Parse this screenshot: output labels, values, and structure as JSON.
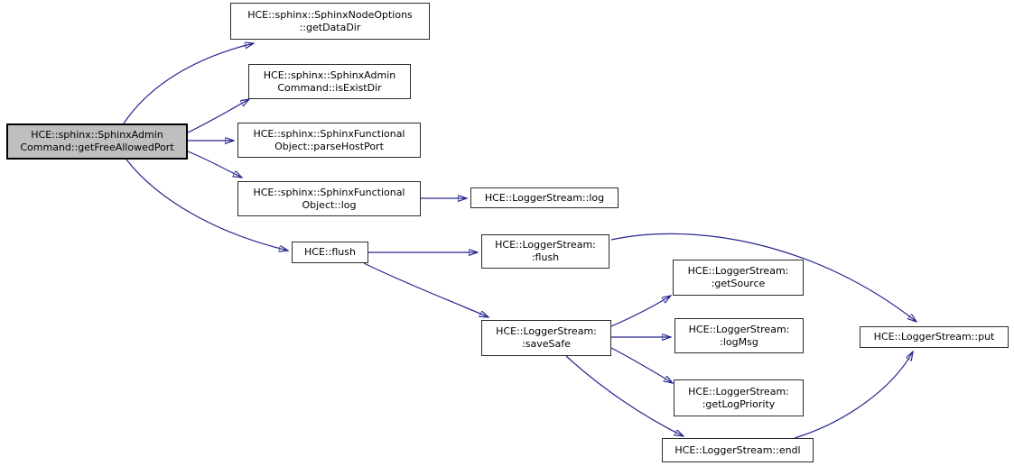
{
  "diagram": {
    "kind": "doxygen-call-graph",
    "root_function": "HCE::sphinx::SphinxAdminCommand::getFreeAllowedPort",
    "colors": {
      "background": "#ffffff",
      "edge": "#24248f",
      "arrowhead": "#191970",
      "node_fill": "#ffffff",
      "node_border": "#2b2b2b",
      "root_fill": "#bfbfbf",
      "root_border": "#000000",
      "text": "#000000"
    },
    "nodes": [
      {
        "id": "getFreeAllowedPort",
        "label": "HCE::sphinx::SphinxAdmin\nCommand::getFreeAllowedPort",
        "highlighted": true
      },
      {
        "id": "getDataDir",
        "label": "HCE::sphinx::SphinxNodeOptions\n::getDataDir"
      },
      {
        "id": "isExistDir",
        "label": "HCE::sphinx::SphinxAdmin\nCommand::isExistDir"
      },
      {
        "id": "parseHostPort",
        "label": "HCE::sphinx::SphinxFunctional\nObject::parseHostPort"
      },
      {
        "id": "sphinxObjectLog",
        "label": "HCE::sphinx::SphinxFunctional\nObject::log"
      },
      {
        "id": "loggerStreamLog",
        "label": "HCE::LoggerStream::log"
      },
      {
        "id": "flush",
        "label": "HCE::flush"
      },
      {
        "id": "loggerStreamFlush",
        "label": "HCE::LoggerStream:\n:flush"
      },
      {
        "id": "saveSafe",
        "label": "HCE::LoggerStream:\n:saveSafe"
      },
      {
        "id": "getSource",
        "label": "HCE::LoggerStream:\n:getSource"
      },
      {
        "id": "logMsg",
        "label": "HCE::LoggerStream:\n:logMsg"
      },
      {
        "id": "getLogPriority",
        "label": "HCE::LoggerStream:\n:getLogPriority"
      },
      {
        "id": "endl",
        "label": "HCE::LoggerStream::endl"
      },
      {
        "id": "put",
        "label": "HCE::LoggerStream::put"
      }
    ],
    "edges": [
      {
        "from": "getFreeAllowedPort",
        "to": "getDataDir"
      },
      {
        "from": "getFreeAllowedPort",
        "to": "isExistDir"
      },
      {
        "from": "getFreeAllowedPort",
        "to": "parseHostPort"
      },
      {
        "from": "getFreeAllowedPort",
        "to": "sphinxObjectLog"
      },
      {
        "from": "getFreeAllowedPort",
        "to": "flush"
      },
      {
        "from": "sphinxObjectLog",
        "to": "loggerStreamLog"
      },
      {
        "from": "flush",
        "to": "loggerStreamFlush"
      },
      {
        "from": "flush",
        "to": "saveSafe"
      },
      {
        "from": "saveSafe",
        "to": "getSource"
      },
      {
        "from": "saveSafe",
        "to": "logMsg"
      },
      {
        "from": "saveSafe",
        "to": "getLogPriority"
      },
      {
        "from": "saveSafe",
        "to": "endl"
      },
      {
        "from": "loggerStreamFlush",
        "to": "put"
      },
      {
        "from": "endl",
        "to": "put"
      }
    ]
  }
}
